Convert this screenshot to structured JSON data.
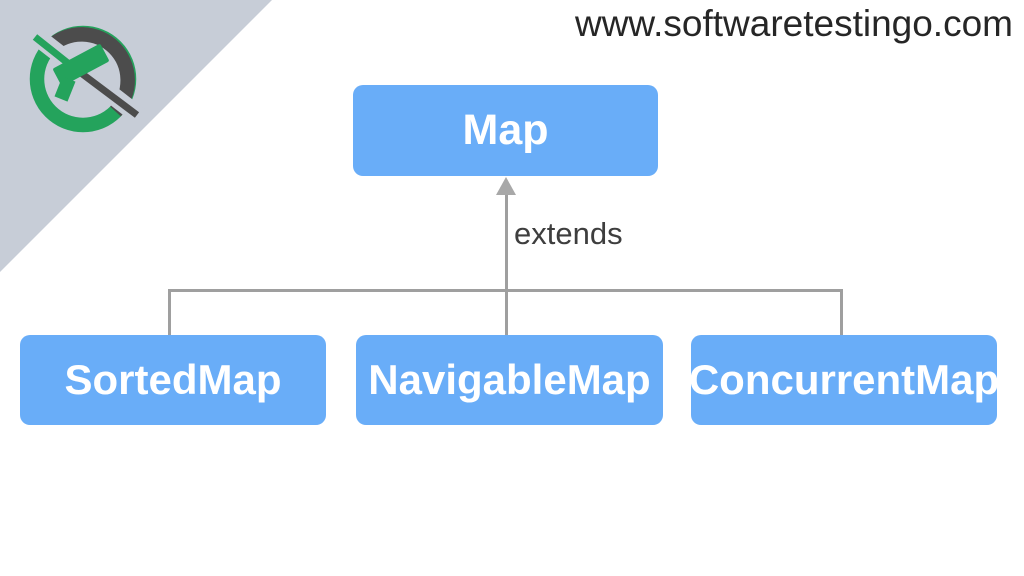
{
  "header": {
    "site_url": "www.softwaretestingo.com"
  },
  "diagram": {
    "type": "class-hierarchy",
    "relation_label": "extends",
    "parent": {
      "label": "Map"
    },
    "children": [
      {
        "label": "SortedMap"
      },
      {
        "label": "NavigableMap"
      },
      {
        "label": "ConcurrentMap"
      }
    ]
  },
  "colors": {
    "node-blue": "#69adf8",
    "node-text": "#ffffff",
    "line-gray": "#9f9f9f",
    "arrow-gray": "#a8a8a8",
    "label-dark": "#3e3e3e",
    "url-dark": "#262626",
    "triangle-gray": "#c7cdd7",
    "logo-green": "#24a35c",
    "logo-dark": "#4c4c4c"
  }
}
